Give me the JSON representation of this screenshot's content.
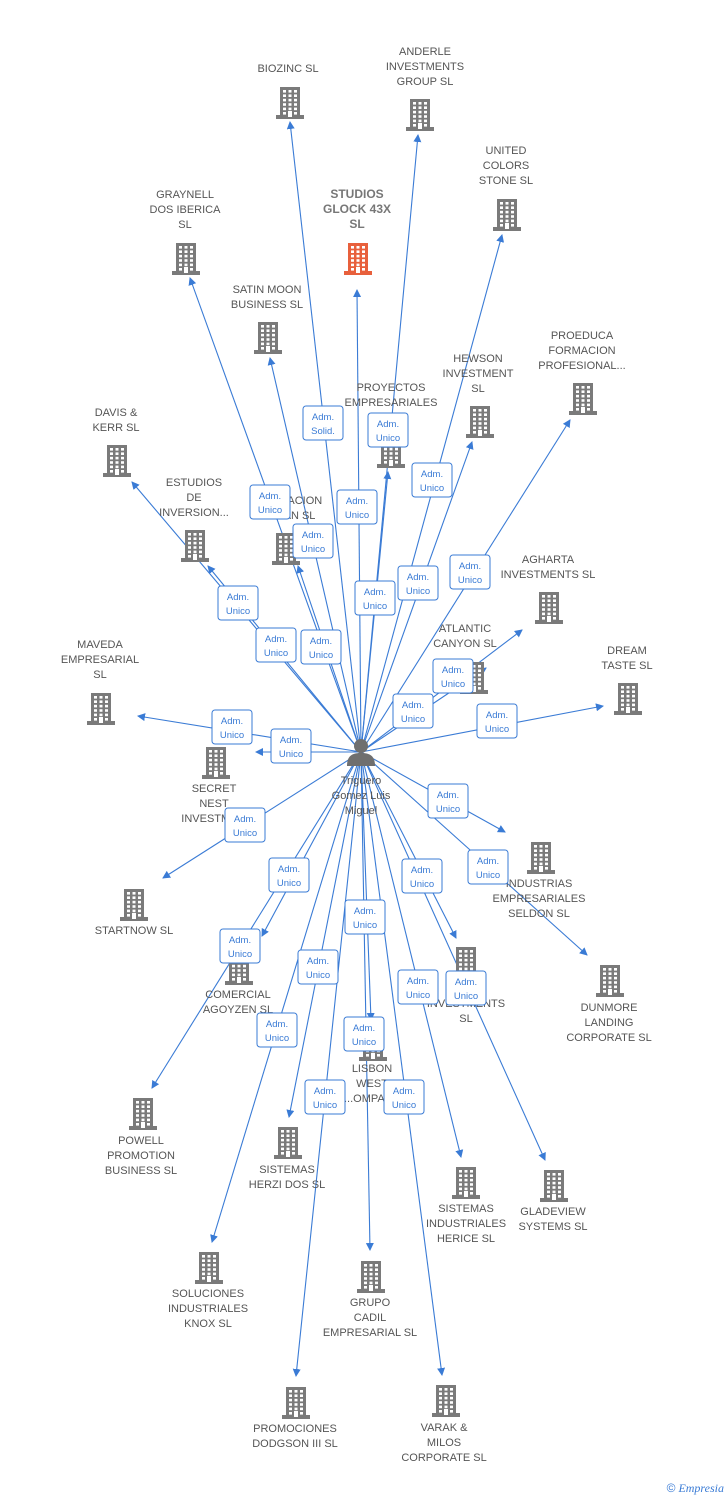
{
  "colors": {
    "edge": "#3a7bd5",
    "building": "#7a7a7a",
    "building_focus": "#e8603c",
    "person": "#6f6f6f"
  },
  "person": {
    "name": [
      "Triguero",
      "Gomez Luis",
      "Miguel"
    ],
    "icon": "person-icon"
  },
  "companies": [
    {
      "id": "biozinc",
      "label": [
        "BIOZINC SL"
      ]
    },
    {
      "id": "anderle",
      "label": [
        "ANDERLE",
        "INVESTMENTS",
        "GROUP SL"
      ]
    },
    {
      "id": "united",
      "label": [
        "UNITED",
        "COLORS",
        "STONE SL"
      ]
    },
    {
      "id": "graynell",
      "label": [
        "GRAYNELL",
        "DOS IBERICA",
        "SL"
      ]
    },
    {
      "id": "studios",
      "label": [
        "STUDIOS",
        "GLOCK 43X",
        "SL"
      ],
      "focus": true
    },
    {
      "id": "satin",
      "label": [
        "SATIN MOON",
        "BUSINESS SL"
      ]
    },
    {
      "id": "proeduca",
      "label": [
        "PROEDUCA",
        "FORMACION",
        "PROFESIONAL..."
      ]
    },
    {
      "id": "hewson",
      "label": [
        "HEWSON",
        "INVESTMENT",
        "SL"
      ]
    },
    {
      "id": "proyectos",
      "label": [
        "PROYECTOS",
        "EMPRESARIALES",
        "M... SL"
      ]
    },
    {
      "id": "davis",
      "label": [
        "DAVIS &",
        "KERR SL"
      ]
    },
    {
      "id": "estudios",
      "label": [
        "ESTUDIOS",
        "DE",
        "INVERSION..."
      ]
    },
    {
      "id": "corporacion",
      "label": [
        "C...ORACION",
        "C...TAN SL"
      ]
    },
    {
      "id": "agharta",
      "label": [
        "AGHARTA",
        "INVESTMENTS SL"
      ]
    },
    {
      "id": "atlantic",
      "label": [
        "ATLANTIC",
        "CANYON SL"
      ]
    },
    {
      "id": "dream",
      "label": [
        "DREAM",
        "TASTE SL"
      ]
    },
    {
      "id": "maveda",
      "label": [
        "MAVEDA",
        "EMPRESARIAL",
        "SL"
      ]
    },
    {
      "id": "secret",
      "label": [
        "SECRET",
        "NEST",
        "INVESTME..."
      ]
    },
    {
      "id": "industrias",
      "label": [
        "INDUSTRIAS",
        "EMPRESARIALES",
        "SELDON SL"
      ]
    },
    {
      "id": "startnow",
      "label": [
        "STARTNOW SL"
      ]
    },
    {
      "id": "comercial",
      "label": [
        "COMERCIAL",
        "AGOYZEN SL"
      ]
    },
    {
      "id": "dunmore",
      "label": [
        "DUNMORE",
        "LANDING",
        "CORPORATE SL"
      ]
    },
    {
      "id": "ies",
      "label": [
        "...ES",
        "INVESTMENTS",
        "SL"
      ]
    },
    {
      "id": "lisbon",
      "label": [
        "LISBON",
        "WEST",
        "...OMPANY"
      ]
    },
    {
      "id": "powell",
      "label": [
        "POWELL",
        "PROMOTION",
        "BUSINESS  SL"
      ]
    },
    {
      "id": "herzi",
      "label": [
        "SISTEMAS",
        "HERZI DOS SL"
      ]
    },
    {
      "id": "herice",
      "label": [
        "SISTEMAS",
        "INDUSTRIALES",
        "HERICE  SL"
      ]
    },
    {
      "id": "gladeview",
      "label": [
        "GLADEVIEW",
        "SYSTEMS  SL"
      ]
    },
    {
      "id": "knox",
      "label": [
        "SOLUCIONES",
        "INDUSTRIALES",
        "KNOX SL"
      ]
    },
    {
      "id": "cadil",
      "label": [
        "GRUPO",
        "CADIL",
        "EMPRESARIAL SL"
      ]
    },
    {
      "id": "dodgson",
      "label": [
        "PROMOCIONES",
        "DODGSON III SL"
      ]
    },
    {
      "id": "varak",
      "label": [
        "VARAK &",
        "MILOS",
        "CORPORATE SL"
      ]
    }
  ],
  "relations": [
    {
      "to": "biozinc",
      "role": [
        "Adm.",
        "Solid."
      ]
    },
    {
      "to": "anderle",
      "role": [
        "Adm.",
        "Unico"
      ]
    },
    {
      "to": "united",
      "role": [
        "Adm.",
        "Unico"
      ]
    },
    {
      "to": "graynell",
      "role": [
        "Adm.",
        "Unico"
      ]
    },
    {
      "to": "studios",
      "role": [
        "Adm.",
        "Unico"
      ]
    },
    {
      "to": "satin",
      "role": [
        "Adm.",
        "Unico"
      ]
    },
    {
      "to": "proeduca",
      "role": [
        "Adm.",
        "Unico"
      ]
    },
    {
      "to": "hewson",
      "role": [
        "Adm.",
        "Unico"
      ]
    },
    {
      "to": "proyectos",
      "role": [
        "Adm.",
        "Unico"
      ]
    },
    {
      "to": "davis",
      "role": [
        "Adm.",
        "Unico"
      ]
    },
    {
      "to": "estudios",
      "role": [
        "Adm.",
        "Unico"
      ]
    },
    {
      "to": "corporacion",
      "role": [
        "Adm.",
        "Unico"
      ]
    },
    {
      "to": "agharta",
      "role": [
        "Adm.",
        "Unico"
      ]
    },
    {
      "to": "atlantic",
      "role": [
        "Adm.",
        "Unico"
      ]
    },
    {
      "to": "dream",
      "role": [
        "Adm.",
        "Unico"
      ]
    },
    {
      "to": "maveda",
      "role": [
        "Adm.",
        "Unico"
      ]
    },
    {
      "to": "secret",
      "role": [
        "Adm.",
        "Unico"
      ]
    },
    {
      "to": "industrias",
      "role": [
        "Adm.",
        "Unico"
      ]
    },
    {
      "to": "startnow",
      "role": [
        "Adm.",
        "Unico"
      ]
    },
    {
      "to": "comercial",
      "role": [
        "Adm.",
        "Unico"
      ]
    },
    {
      "to": "dunmore",
      "role": [
        "Adm.",
        "Unico"
      ]
    },
    {
      "to": "ies",
      "role": [
        "Adm.",
        "Unico"
      ]
    },
    {
      "to": "lisbon",
      "role": [
        "Adm.",
        "Unico"
      ]
    },
    {
      "to": "powell",
      "role": [
        "Adm.",
        "Unico"
      ]
    },
    {
      "to": "herzi",
      "role": [
        "Adm.",
        "Unico"
      ]
    },
    {
      "to": "herice",
      "role": [
        "Adm.",
        "Unico"
      ]
    },
    {
      "to": "gladeview",
      "role": [
        "Adm.",
        "Unico"
      ]
    },
    {
      "to": "knox",
      "role": [
        "Adm.",
        "Unico"
      ]
    },
    {
      "to": "cadil",
      "role": [
        "Adm.",
        "Unico"
      ]
    },
    {
      "to": "dodgson",
      "role": [
        "Adm.",
        "Unico"
      ]
    },
    {
      "to": "varak",
      "role": [
        "Adm.",
        "Unico"
      ]
    }
  ],
  "watermark": {
    "symbol": "©",
    "brand": "Empresia"
  }
}
